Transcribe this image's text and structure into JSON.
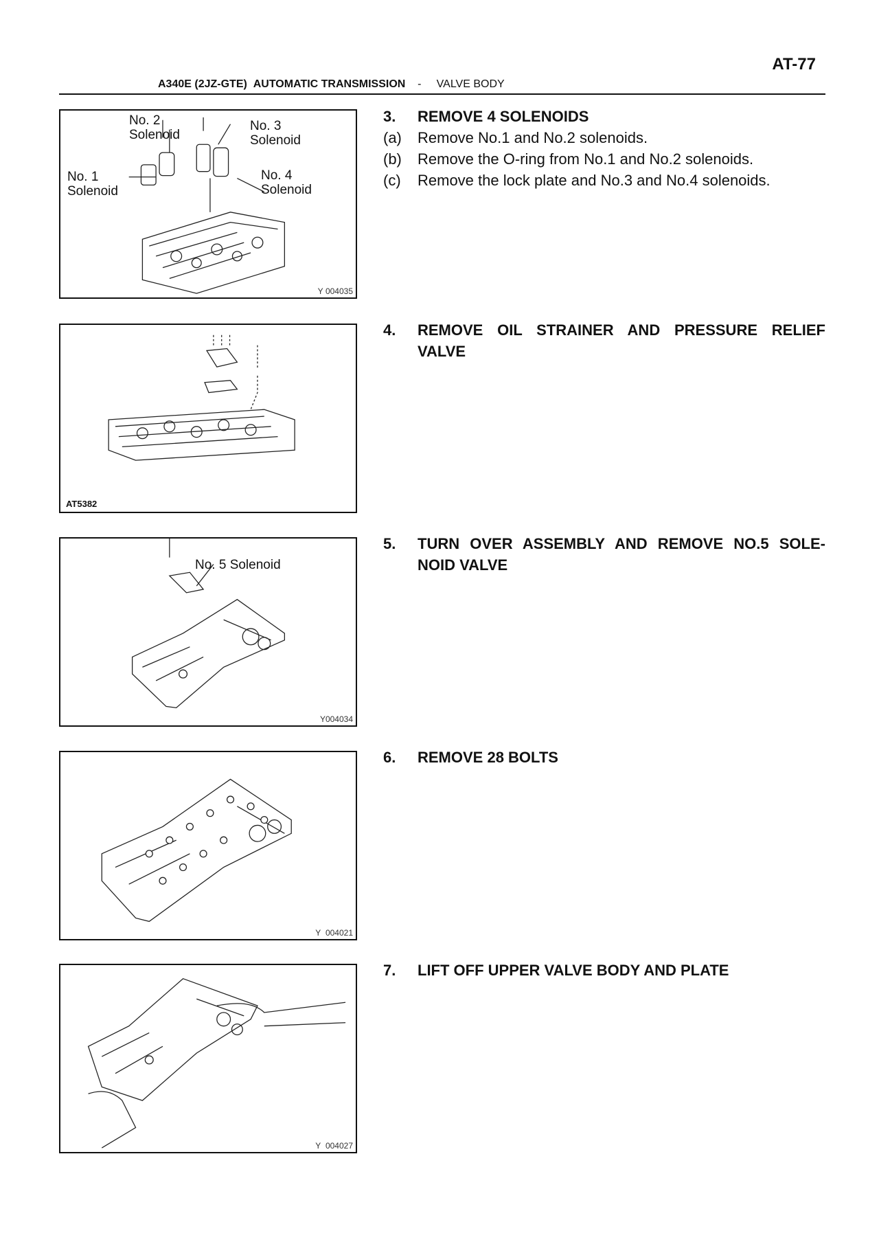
{
  "header": {
    "page_number": "AT-77",
    "model": "A340E (2JZ-GTE)",
    "section": "AUTOMATIC TRANSMISSION",
    "separator": "-",
    "subsection": "VALVE BODY"
  },
  "figures": [
    {
      "labels": [
        "No. 2\nSolenoid",
        "No. 3\nSolenoid",
        "No. 1\nSolenoid",
        "No. 4\nSolenoid"
      ],
      "code_prefix": "Y",
      "code": "004035"
    },
    {
      "code": "AT5382"
    },
    {
      "labels": [
        "No. 5 Solenoid"
      ],
      "code_prefix": "Y",
      "code": "004034"
    },
    {
      "code_prefix": "Y",
      "code": "004021"
    },
    {
      "code_prefix": "Y",
      "code": "004027"
    }
  ],
  "steps": [
    {
      "num": "3.",
      "title": "REMOVE 4 SOLENOIDS",
      "substeps": [
        {
          "num": "(a)",
          "text": "Remove No.1 and No.2 solenoids."
        },
        {
          "num": "(b)",
          "text": "Remove the O-ring from No.1 and No.2 solenoids."
        },
        {
          "num": "(c)",
          "text": "Remove the lock plate and No.3 and No.4 solenoids."
        }
      ]
    },
    {
      "num": "4.",
      "title": "REMOVE OIL STRAINER AND PRESSURE RELIEF VALVE"
    },
    {
      "num": "5.",
      "title": "TURN OVER ASSEMBLY AND REMOVE NO.5 SOLE- NOID VALVE"
    },
    {
      "num": "6.",
      "title": "REMOVE 28 BOLTS"
    },
    {
      "num": "7.",
      "title": "LIFT OFF UPPER VALVE BODY AND PLATE"
    }
  ]
}
